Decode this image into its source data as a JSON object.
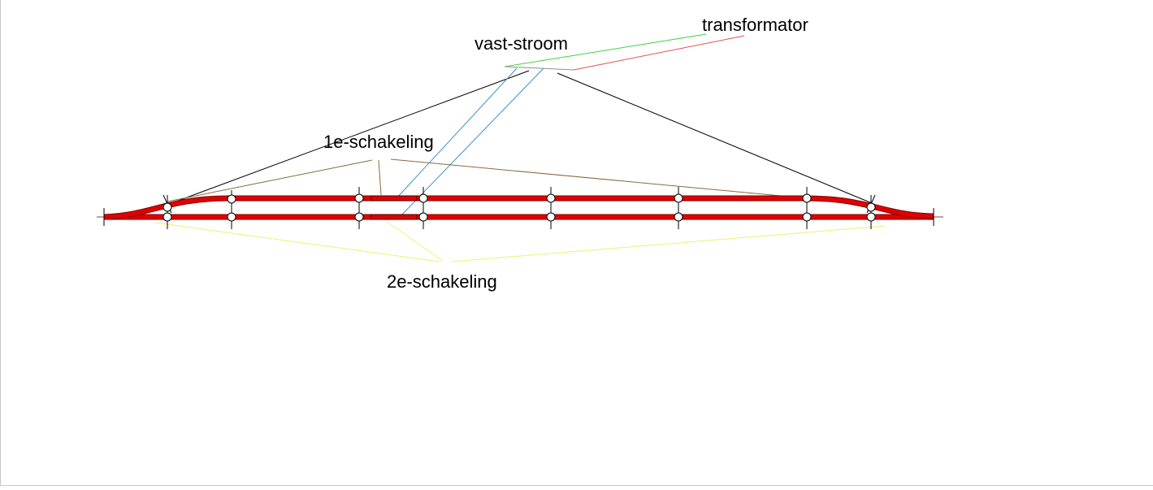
{
  "labels": {
    "transformer": "transformator",
    "dc_power": "vast-stroom",
    "switching_1": "1e-schakeling",
    "switching_2": "2e-schakeling"
  },
  "colors": {
    "track": "#e00000",
    "track_edge": "#800000",
    "transformer_lead": "#e05050",
    "dc_lead": "#40d040",
    "feed_line": "#3890c8",
    "switch_1_lead": "#8b6b3a",
    "switch_2_lead": "#f0f070",
    "power_line": "#000000",
    "node_fill": "#ffffff",
    "node_stroke": "#000000"
  }
}
